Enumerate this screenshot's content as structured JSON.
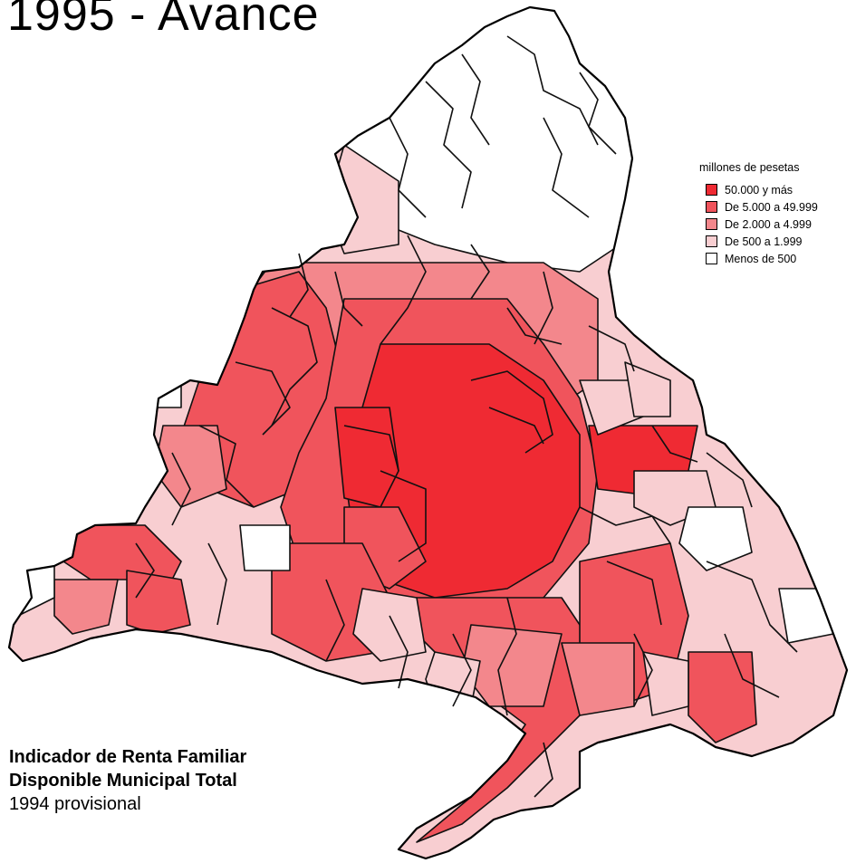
{
  "title": "1995 - Avance",
  "legend": {
    "heading": "millones de pesetas",
    "colors": [
      "#ef2a33",
      "#f0545c",
      "#f3878c",
      "#f8ced1",
      "#ffffff"
    ],
    "items": [
      {
        "label": "50.000 y más",
        "color": "#ef2a33"
      },
      {
        "label": "De 5.000 a 49.999",
        "color": "#f0545c"
      },
      {
        "label": "De 2.000 a 4.999",
        "color": "#f3878c"
      },
      {
        "label": "De 500 a 1.999",
        "color": "#f8ced1"
      },
      {
        "label": "Menos de 500",
        "color": "#ffffff"
      }
    ]
  },
  "caption": {
    "line1": "Indicador de Renta Familiar",
    "line2": "Disponible Municipal Total",
    "line3": "1994 provisional"
  }
}
